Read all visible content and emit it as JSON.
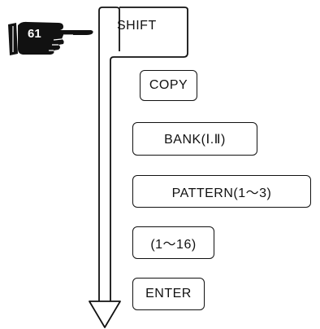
{
  "step_badge": "61",
  "shift_label": "SHIFT",
  "keys": [
    {
      "label": "COPY"
    },
    {
      "label": "BANK(Ⅰ.Ⅱ)"
    },
    {
      "label": "PATTERN(1〜3)"
    },
    {
      "label": "(1〜16)"
    },
    {
      "label": "ENTER"
    }
  ]
}
